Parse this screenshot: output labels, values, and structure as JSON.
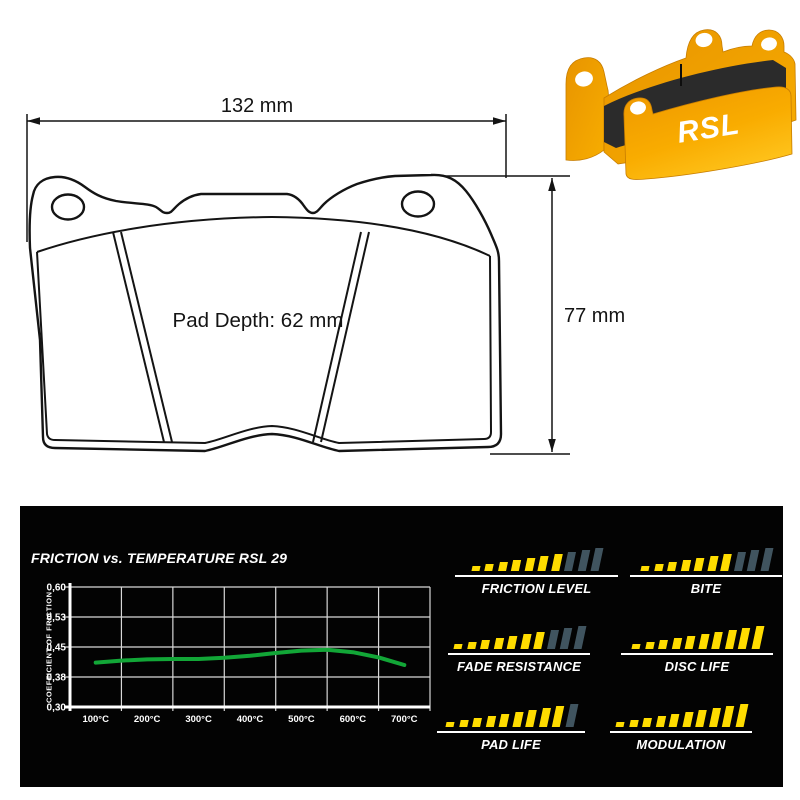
{
  "drawing": {
    "width_dim": "132 mm",
    "height_dim": "77 mm",
    "pad_depth": "Pad Depth: 62 mm"
  },
  "pads_render": {
    "logo_text": "RSL"
  },
  "panel": {
    "title": "FRICTION vs. TEMPERATURE RSL 29",
    "rating_max": 10,
    "ratings": [
      {
        "label": "FRICTION LEVEL",
        "value": 7
      },
      {
        "label": "BITE",
        "value": 7
      },
      {
        "label": "FADE RESISTANCE",
        "value": 7
      },
      {
        "label": "DISC LIFE",
        "value": 10
      },
      {
        "label": "PAD LIFE",
        "value": 9
      },
      {
        "label": "MODULATION",
        "value": 10
      }
    ]
  },
  "chart_data": {
    "type": "line",
    "title": "FRICTION vs. TEMPERATURE RSL 29",
    "ylabel": "COEFFICIENT OF FRICTION",
    "ytick_labels": [
      "0,60",
      "0,53",
      "0,45",
      "0,38",
      "0,30"
    ],
    "yticks": [
      0.6,
      0.53,
      0.45,
      0.38,
      0.3
    ],
    "xtick_labels": [
      "100°C",
      "200°C",
      "300°C",
      "400°C",
      "500°C",
      "600°C",
      "700°C"
    ],
    "x": [
      100,
      150,
      200,
      250,
      300,
      350,
      400,
      450,
      500,
      550,
      600,
      650,
      700
    ],
    "y": [
      0.411,
      0.416,
      0.419,
      0.42,
      0.42,
      0.423,
      0.428,
      0.435,
      0.441,
      0.443,
      0.437,
      0.424,
      0.405
    ],
    "ylim": [
      0.3,
      0.6
    ],
    "xlim": [
      50,
      750
    ],
    "grid": true,
    "legend": null,
    "line_color": "#12A637"
  },
  "colors": {
    "bar_yellow": "#FFDC00",
    "bar_slate": "#40545F",
    "grid_gray": "#D8D8D8",
    "panel_bg": "#030303",
    "pad_orange": "#F7A600",
    "curve_green": "#12A637"
  }
}
